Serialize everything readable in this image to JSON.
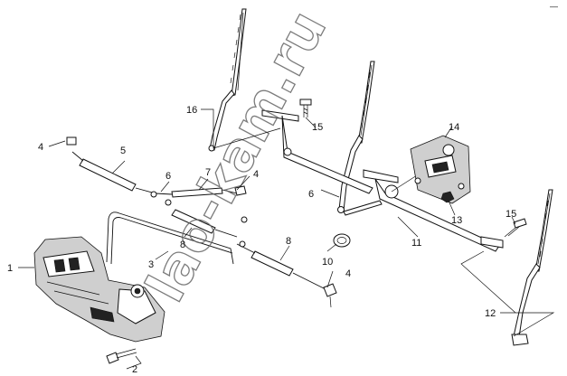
{
  "corner_mark": "—",
  "watermark": "lao-kam.ru",
  "callouts": {
    "c1": "1",
    "c2": "2",
    "c3": "3",
    "c4a": "4",
    "c4b": "4",
    "c4c": "4",
    "c5": "5",
    "c6a": "6",
    "c6b": "6",
    "c7": "7",
    "c8a": "8",
    "c8b": "8",
    "c10": "10",
    "c11": "11",
    "c12": "12",
    "c13": "13",
    "c14": "14",
    "c15a": "15",
    "c15b": "15",
    "c16": "16"
  },
  "colors": {
    "ink": "#111111",
    "watermark": "#666666"
  },
  "icons": [
    "wiper-arm-icon",
    "wiper-motor-icon",
    "heater-unit-icon",
    "bolt-icon",
    "nut-icon",
    "hose-icon"
  ]
}
